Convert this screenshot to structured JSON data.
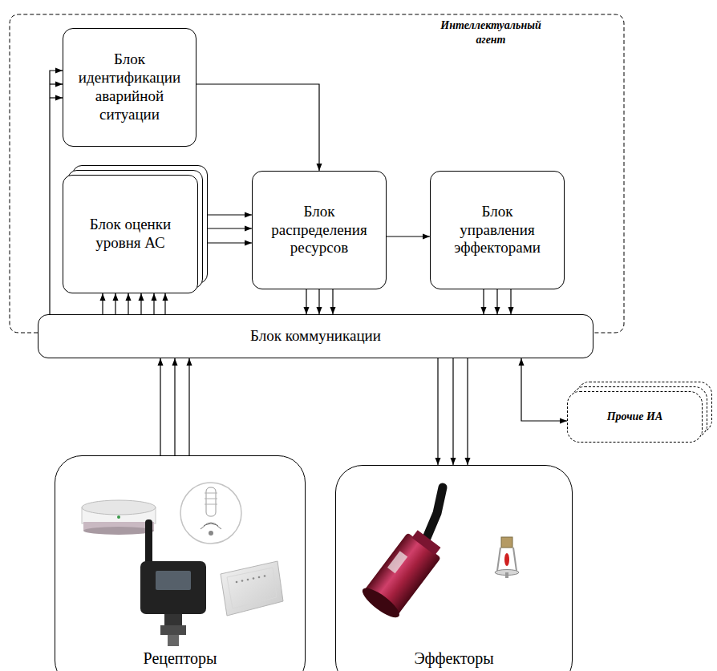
{
  "diagram": {
    "nodes": [
      {
        "text": [
          "Интеллектуальный агент"
        ]
      },
      {
        "text": [
          "Блок идентификации аварийной ситуации"
        ],
        "in": 0
      },
      {
        "text": [
          "Блок оценки уровня АС"
        ],
        "in": 0
      },
      {
        "text": [
          "Блок распределения ресурсов"
        ],
        "in": 0
      },
      {
        "text": [
          "Блок управления эффекторами"
        ],
        "in": 0
      },
      {
        "text": [
          "Блок коммуникации"
        ],
        "in": 0
      },
      {
        "text": [
          "Прочие ИА"
        ]
      },
      {
        "text": [
          "Рецепторы"
        ]
      },
      {
        "text": [
          "Эффекторы"
        ]
      }
    ],
    "edges": [
      {
        "from": 1,
        "to": 3,
        "arrow": "to"
      },
      {
        "from": 2,
        "to": 3,
        "arrow": "to"
      },
      {
        "from": 3,
        "to": 4,
        "arrow": "to"
      },
      {
        "from": 5,
        "to": 1,
        "arrow": "to"
      },
      {
        "from": 5,
        "to": 2,
        "arrow": "to"
      },
      {
        "from": 3,
        "to": 5,
        "arrow": "to"
      },
      {
        "from": 4,
        "to": 5,
        "arrow": "to"
      },
      {
        "from": 7,
        "to": 5,
        "arrow": "to"
      },
      {
        "from": 5,
        "to": 8,
        "arrow": "to"
      },
      {
        "from": 5,
        "to": 6,
        "arrow": "both"
      }
    ]
  }
}
